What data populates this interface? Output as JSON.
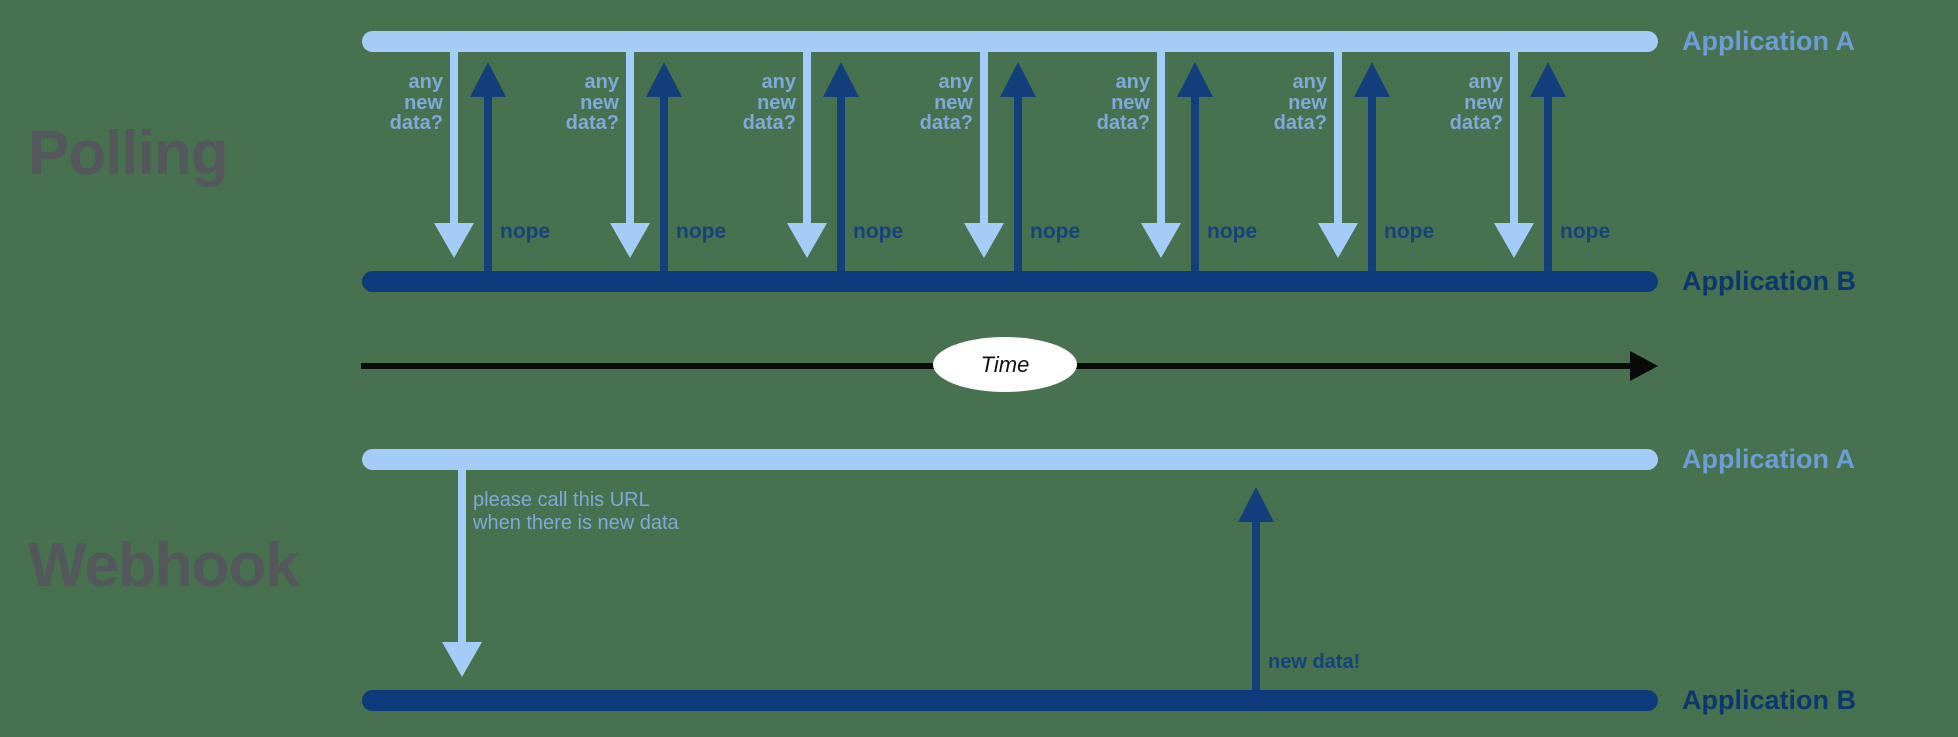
{
  "colors": {
    "background": "#47714F",
    "light_blue": "#A4CCF6",
    "label_blue": "#7FA9D9",
    "app_a_text": "#6C9DD4",
    "navy_bar": "#0D3B7B",
    "navy_arrow": "#133F7D",
    "navy_text": "#16427F",
    "app_b_text": "#0D386E",
    "title_gray": "#54575C",
    "axis_black": "#0A0A0A",
    "ellipse_white": "#FFFFFF"
  },
  "sections": {
    "polling": {
      "title": "Polling",
      "app_a_label": "Application A",
      "app_b_label": "Application B",
      "exchanges": [
        {
          "request_lines": [
            "any",
            "new",
            "data?"
          ],
          "response": "nope"
        },
        {
          "request_lines": [
            "any",
            "new",
            "data?"
          ],
          "response": "nope"
        },
        {
          "request_lines": [
            "any",
            "new",
            "data?"
          ],
          "response": "nope"
        },
        {
          "request_lines": [
            "any",
            "new",
            "data?"
          ],
          "response": "nope"
        },
        {
          "request_lines": [
            "any",
            "new",
            "data?"
          ],
          "response": "nope"
        },
        {
          "request_lines": [
            "any",
            "new",
            "data?"
          ],
          "response": "nope"
        },
        {
          "request_lines": [
            "any",
            "new",
            "data?"
          ],
          "response": "nope"
        }
      ]
    },
    "time_axis": {
      "label": "Time"
    },
    "webhook": {
      "title": "Webhook",
      "app_a_label": "Application A",
      "app_b_label": "Application B",
      "request_lines": [
        "please call this URL",
        "when there is new data"
      ],
      "response": "new data!"
    }
  }
}
